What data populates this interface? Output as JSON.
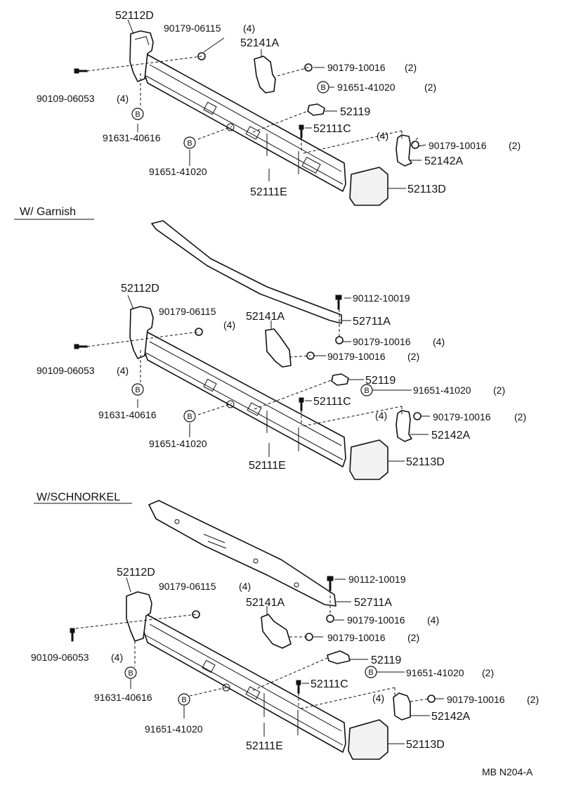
{
  "diagram_code": "MB N204-A",
  "sections": [
    {
      "heading": "",
      "labels": {
        "bracket_left": "52112D",
        "nut_left": "90179-06115",
        "nut_left_qty": "(4)",
        "bolt_left": "90109-06053",
        "bolt_left_qty": "(4)",
        "clip_b_left": "91631-40616",
        "clip_b_mid": "91651-41020",
        "bracket_center": "52141A",
        "nut_center": "90179-10016",
        "nut_center_qty": "(2)",
        "clip_b_right": "91651-41020",
        "clip_b_right_qty": "(2)",
        "retainer": "52119",
        "bolt_center": "52111C",
        "qty_4": "(4)",
        "nut_right": "90179-10016",
        "nut_right_qty": "(2)",
        "bracket_right": "52142A",
        "bumper_bar": "52111E",
        "bumper_end": "52113D",
        "badge": "B"
      }
    },
    {
      "heading": "W/ Garnish",
      "labels": {
        "bracket_left": "52112D",
        "nut_left": "90179-06115",
        "nut_left_qty": "(4)",
        "bolt_left": "90109-06053",
        "bolt_left_qty": "(4)",
        "clip_b_left": "91631-40616",
        "clip_b_mid": "91651-41020",
        "bracket_center": "52141A",
        "screw_garnish": "90112-10019",
        "garnish": "52711A",
        "nut_garnish": "90179-10016",
        "nut_garnish_qty": "(4)",
        "nut_center": "90179-10016",
        "nut_center_qty": "(2)",
        "retainer": "52119",
        "clip_b_right": "91651-41020",
        "clip_b_right_qty": "(2)",
        "bolt_center": "52111C",
        "qty_4": "(4)",
        "nut_right": "90179-10016",
        "nut_right_qty": "(2)",
        "bracket_right": "52142A",
        "bumper_bar": "52111E",
        "bumper_end": "52113D",
        "badge": "B"
      }
    },
    {
      "heading": "W/SCHNORKEL",
      "labels": {
        "bracket_left": "52112D",
        "nut_left": "90179-06115",
        "nut_left_qty": "(4)",
        "bolt_left": "90109-06053",
        "bolt_left_qty": "(4)",
        "clip_b_left": "91631-40616",
        "clip_b_mid": "91651-41020",
        "bracket_center": "52141A",
        "screw_garnish": "90112-10019",
        "garnish": "52711A",
        "nut_garnish": "90179-10016",
        "nut_garnish_qty": "(4)",
        "nut_center": "90179-10016",
        "nut_center_qty": "(2)",
        "retainer": "52119",
        "clip_b_right": "91651-41020",
        "clip_b_right_qty": "(2)",
        "bolt_center": "52111C",
        "qty_4": "(4)",
        "nut_right": "90179-10016",
        "nut_right_qty": "(2)",
        "bracket_right": "52142A",
        "bumper_bar": "52111E",
        "bumper_end": "52113D",
        "badge": "B"
      }
    }
  ]
}
